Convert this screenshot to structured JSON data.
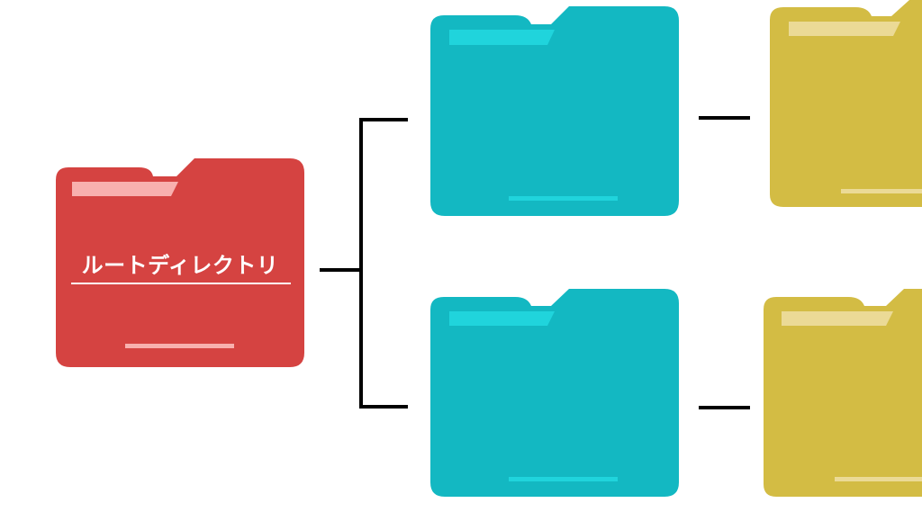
{
  "root_folder": {
    "label": "ルートディレクトリ",
    "color": "#d54341",
    "highlight_color": "#f8b0ae"
  },
  "child_folders": {
    "color": "#13b8c2",
    "highlight_color": "#20d4dc",
    "count": 2
  },
  "grandchild_folders": {
    "color": "#d3bc44",
    "highlight_color": "#ebda96",
    "count": 2
  },
  "connector_color": "#000000",
  "icons": [
    "folder-icon"
  ]
}
